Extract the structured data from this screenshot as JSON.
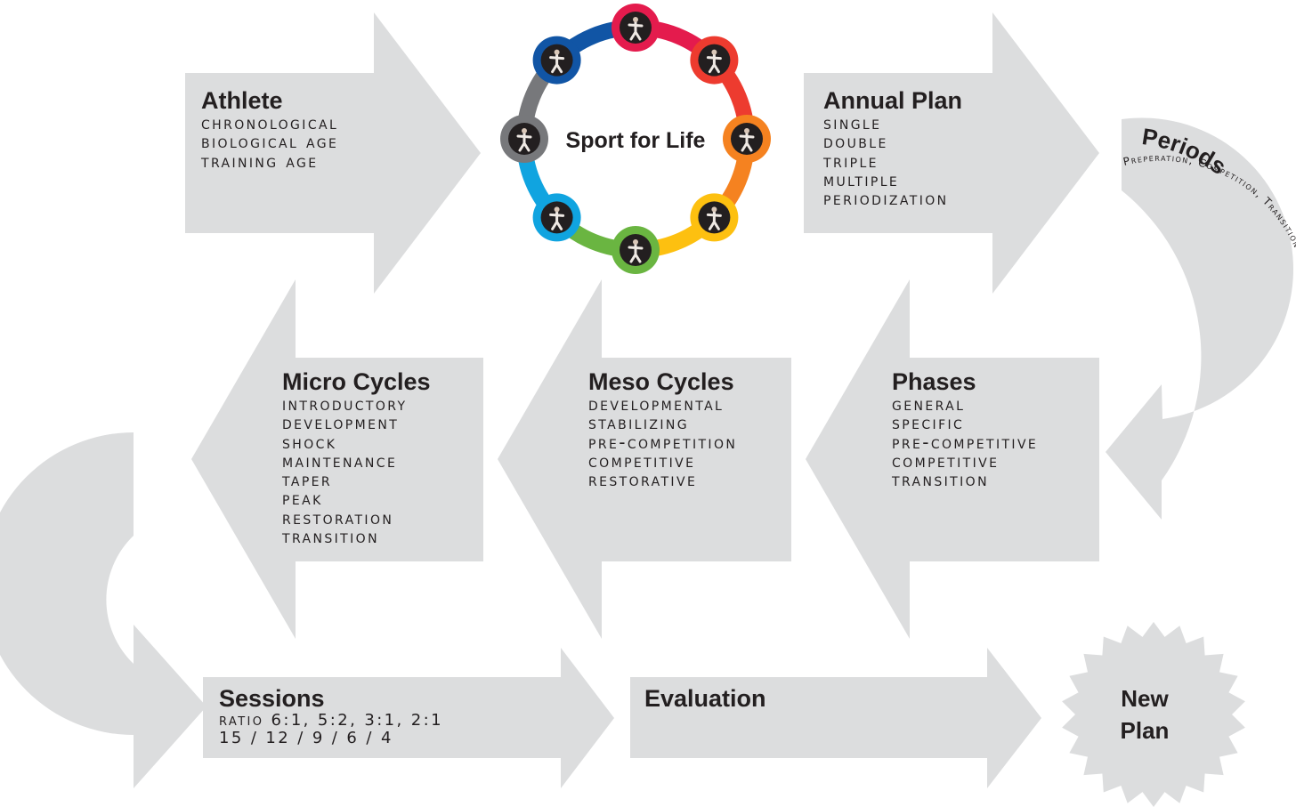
{
  "center": {
    "title": "Sport for Life"
  },
  "athlete": {
    "title": "Athlete",
    "items": [
      "Chronological",
      "Biological Age",
      "Training Age"
    ]
  },
  "annual_plan": {
    "title": "Annual Plan",
    "items": [
      "Single",
      "Double",
      "Triple",
      "Multiple",
      "Periodization"
    ]
  },
  "periods": {
    "title": "Periods",
    "subtitle": "Preperation, Competition, Transition"
  },
  "phases": {
    "title": "Phases",
    "items": [
      "General",
      "Specific",
      "Pre-competitive",
      "Competitive",
      "Transition"
    ]
  },
  "meso_cycles": {
    "title": "Meso Cycles",
    "items": [
      "Developmental",
      "Stabilizing",
      "Pre-competition",
      "Competitive",
      "Restorative"
    ]
  },
  "micro_cycles": {
    "title": "Micro Cycles",
    "items": [
      "Introductory",
      "Development",
      "Shock",
      "Maintenance",
      "Taper",
      "Peak",
      "Restoration",
      "Transition"
    ]
  },
  "sessions": {
    "title": "Sessions",
    "items": [
      "Ratio 6:1, 5:2, 3:1, 2:1",
      "15 / 12 / 9 / 6 / 4"
    ]
  },
  "evaluation": {
    "title": "Evaluation"
  },
  "new_plan": {
    "line1": "New",
    "line2": "Plan"
  },
  "colors": {
    "arrow": "#dcddde",
    "text": "#231f20",
    "ring_segments": [
      "#e41b4d",
      "#ed3b2f",
      "#f58220",
      "#fdc010",
      "#6ab541",
      "#10a4e0",
      "#77787b",
      "#1155a5"
    ]
  },
  "icons": [
    "karate-figure-icon"
  ]
}
